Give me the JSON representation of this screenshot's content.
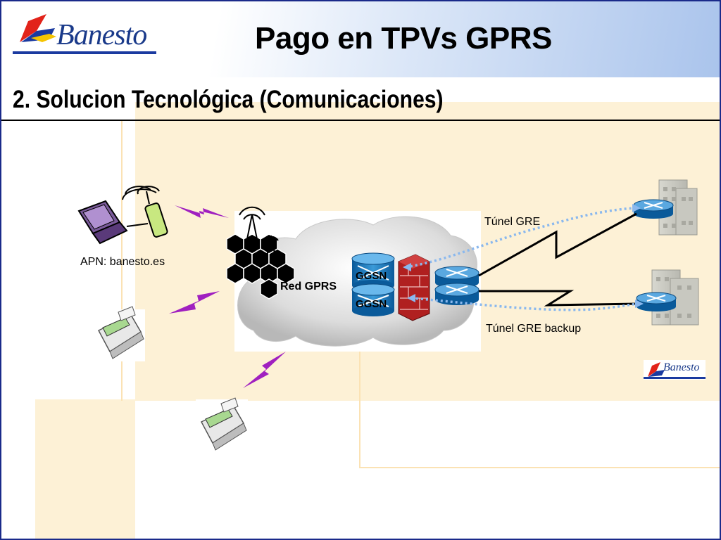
{
  "header": {
    "logo_text": "Banesto",
    "title": "Pago en TPVs GPRS"
  },
  "section": {
    "subtitle": "2. Solucion Tecnológica (Comunicaciones)"
  },
  "diagram": {
    "apn_label": "APN: banesto.es",
    "cloud_label": "Red GPRS",
    "ggsn_top": "GGSN",
    "ggsn_bottom": "GGSN",
    "tunnel_primary": "Túnel GRE",
    "tunnel_backup": "Túnel GRE backup",
    "small_logo_text": "Banesto"
  },
  "colors": {
    "brand_blue": "#1a3a8a",
    "brand_red": "#e2231a",
    "brand_yellow": "#f5c400",
    "radio_purple": "#a020c0",
    "tunnel_dots": "#8ab8ee"
  }
}
